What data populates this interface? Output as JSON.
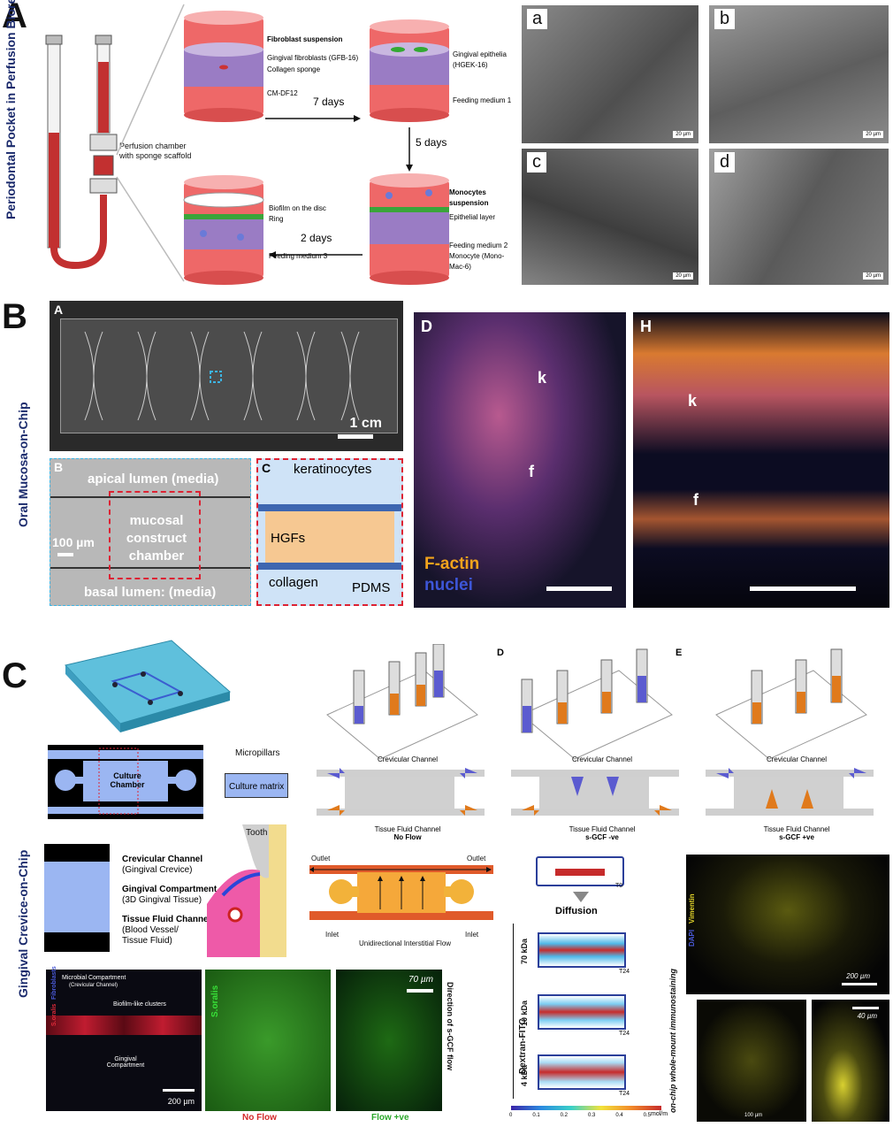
{
  "panelA": {
    "letter": "A",
    "side_label": "Periodontal Pocket in Perfusion Bioreactor",
    "chamber_label": "Perfusion chamber with sponge scaffold",
    "step1": {
      "labels": [
        "Fibroblast suspension",
        "Gingival fibroblasts (GFB-16)",
        "Collagen sponge",
        "CM-DF12"
      ]
    },
    "step2": {
      "labels": [
        "Gingival epithelia (HGEK-16)",
        "Feeding medium 1"
      ]
    },
    "step3": {
      "labels": [
        "Monocytes suspension",
        "Epithelial layer",
        "Feeding medium 2",
        "Monocyte (Mono-Mac-6)"
      ]
    },
    "step4": {
      "labels": [
        "Biofilm on the disc",
        "Ring",
        "Feeding medium 3"
      ]
    },
    "arrows": [
      "7 days",
      "5 days",
      "2 days"
    ],
    "sem": [
      {
        "tag": "a",
        "scale": "20 µm"
      },
      {
        "tag": "b",
        "scale": "20 µm"
      },
      {
        "tag": "c",
        "scale": "20 µm"
      },
      {
        "tag": "d",
        "scale": "20 µm"
      }
    ]
  },
  "panelB": {
    "letter": "B",
    "side_label": "Oral Mucosa-on-Chip",
    "subA": {
      "tag": "A",
      "scale": "1 cm"
    },
    "subB": {
      "tag": "B",
      "top": "apical lumen (media)",
      "scale": "100 µm",
      "center": "mucosal construct chamber",
      "bottom": "basal lumen: (media)"
    },
    "subC": {
      "tag": "C",
      "labels": [
        "keratinocytes",
        "HGFs",
        "collagen",
        "PDMS"
      ]
    },
    "subD": {
      "tag": "D",
      "k": "k",
      "f": "f",
      "legend1": "F-actin",
      "legend2": "nuclei"
    },
    "subH": {
      "tag": "H",
      "k": "k",
      "f": "f"
    }
  },
  "panelC": {
    "letter": "C",
    "side_label": "Gingival Crevice-on-Chip",
    "chip": {
      "micropillars": "Micropillars",
      "chamber": "Culture Chamber",
      "matrix": "Culture matrix"
    },
    "legend": [
      {
        "title": "Crevicular Channel",
        "sub": "(Gingival Crevice)"
      },
      {
        "title": "Gingival Compartment",
        "sub": "(3D Gingival Tissue)"
      },
      {
        "title": "Tissue Fluid Channel",
        "sub": "(Blood Vessel/ Tissue Fluid)"
      }
    ],
    "tooth": "Tooth",
    "flow_cases": [
      {
        "tag": "",
        "top": "Crevicular Channel",
        "bottom": "Tissue Fluid Channel",
        "name": "No Flow"
      },
      {
        "tag": "D",
        "top": "Crevicular Channel",
        "bottom": "Tissue Fluid Channel",
        "name": "s-GCF -ve"
      },
      {
        "tag": "E",
        "top": "Crevicular Channel",
        "bottom": "Tissue Fluid Channel",
        "name": "s-GCF +ve"
      }
    ],
    "sim": {
      "outlet_l": "Outlet",
      "outlet_r": "Outlet",
      "inlet_l": "Inlet",
      "inlet_r": "Inlet",
      "caption": "Unidirectional Interstitial Flow"
    },
    "dextran": {
      "t0": "T0",
      "diffusion": "Diffusion",
      "axis": "Dextran-FITC",
      "rows": [
        {
          "kda": "70 kDa",
          "t": "T24"
        },
        {
          "kda": "10 kDa",
          "t": "T24"
        },
        {
          "kda": "4 kDa",
          "t": "T24"
        }
      ],
      "colorbar_ticks": [
        "0",
        "0.1",
        "0.2",
        "0.3",
        "0.4",
        "0.5"
      ],
      "colorbar_unit": "mol/m"
    },
    "micro1": {
      "top": "Microbial Compartment",
      "top_sub": "(Crevicular Channel)",
      "clusters": "Biofilm-like clusters",
      "gingival": "Gingival Compartment",
      "scale": "200 µm",
      "side1": "S.oralis",
      "side2": "Fibroblasts"
    },
    "micro2": {
      "side": "S.oralis",
      "scale": "70 µm",
      "direction": "Direction of s-GCF flow",
      "noflow": "No Flow",
      "flowve": "Flow +ve"
    },
    "micro3": {
      "dapi": "DAPI",
      "vimentin": "Vimentin",
      "scale1": "200 µm",
      "scale2": "40 µm",
      "scale3": "100 µm",
      "caption": "on-chip whole-mount immunostaining"
    }
  },
  "colors": {
    "red_medium": "#ea5b5b",
    "purple_sponge": "#8a6fb8",
    "navy": "#1a2a6c",
    "orange": "#e0821d",
    "blue_chip": "#5b6fd6"
  }
}
